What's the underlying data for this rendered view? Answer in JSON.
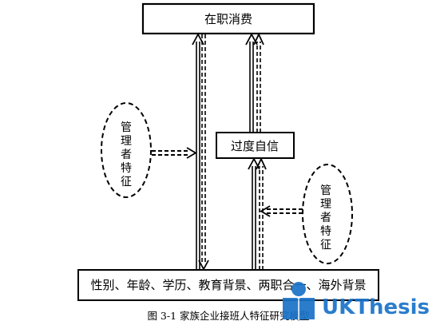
{
  "nodes": {
    "top": "在职消费",
    "middle": "过度自信",
    "bottom": "性别、年龄、学历、教育背景、两职合一、海外背景",
    "left_oval": [
      "管",
      "理",
      "者",
      "特",
      "征"
    ],
    "right_oval": [
      "管",
      "理",
      "者",
      "特",
      "征"
    ]
  },
  "caption": "图 3-1 家族企业接班人特征研究模型",
  "watermark": {
    "brand": "UKThesis",
    "color": "#1a73c8"
  }
}
